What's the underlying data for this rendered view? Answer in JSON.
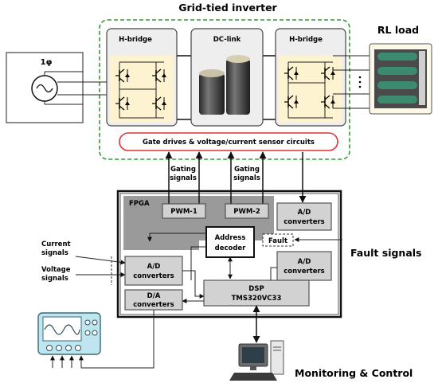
{
  "title": "Grid-tied inverter",
  "rl_load": "RL load",
  "source_label": "1φ",
  "blocks": {
    "hbridge_left": "H-bridge",
    "dclink": "DC-link",
    "hbridge_right": "H-bridge",
    "gate_drives": "Gate drives & voltage/current sensor circuits"
  },
  "gating": {
    "left": [
      "Gating",
      "signals"
    ],
    "right": [
      "Gating",
      "signals"
    ]
  },
  "controller": {
    "fpga": "FPGA",
    "pwm1": "PWM-1",
    "pwm2": "PWM-2",
    "ad_top": [
      "A/D",
      "converters"
    ],
    "address_decoder": [
      "Address",
      "decoder"
    ],
    "fault": "Fault",
    "ad_left": [
      "A/D",
      "converters"
    ],
    "ad_right": [
      "A/D",
      "converters"
    ],
    "da": [
      "D/A",
      "converters"
    ],
    "dsp": [
      "DSP",
      "TMS320VC33"
    ]
  },
  "inputs": {
    "current": [
      "Current",
      "signals"
    ],
    "voltage": [
      "Voltage",
      "signals"
    ],
    "fault_signals": "Fault signals"
  },
  "monitoring": "Monitoring & Control",
  "icons": [
    "ac-source-icon",
    "igbt-icon",
    "capacitor-icon",
    "oscilloscope-icon",
    "computer-icon",
    "resistor-bank-icon"
  ]
}
